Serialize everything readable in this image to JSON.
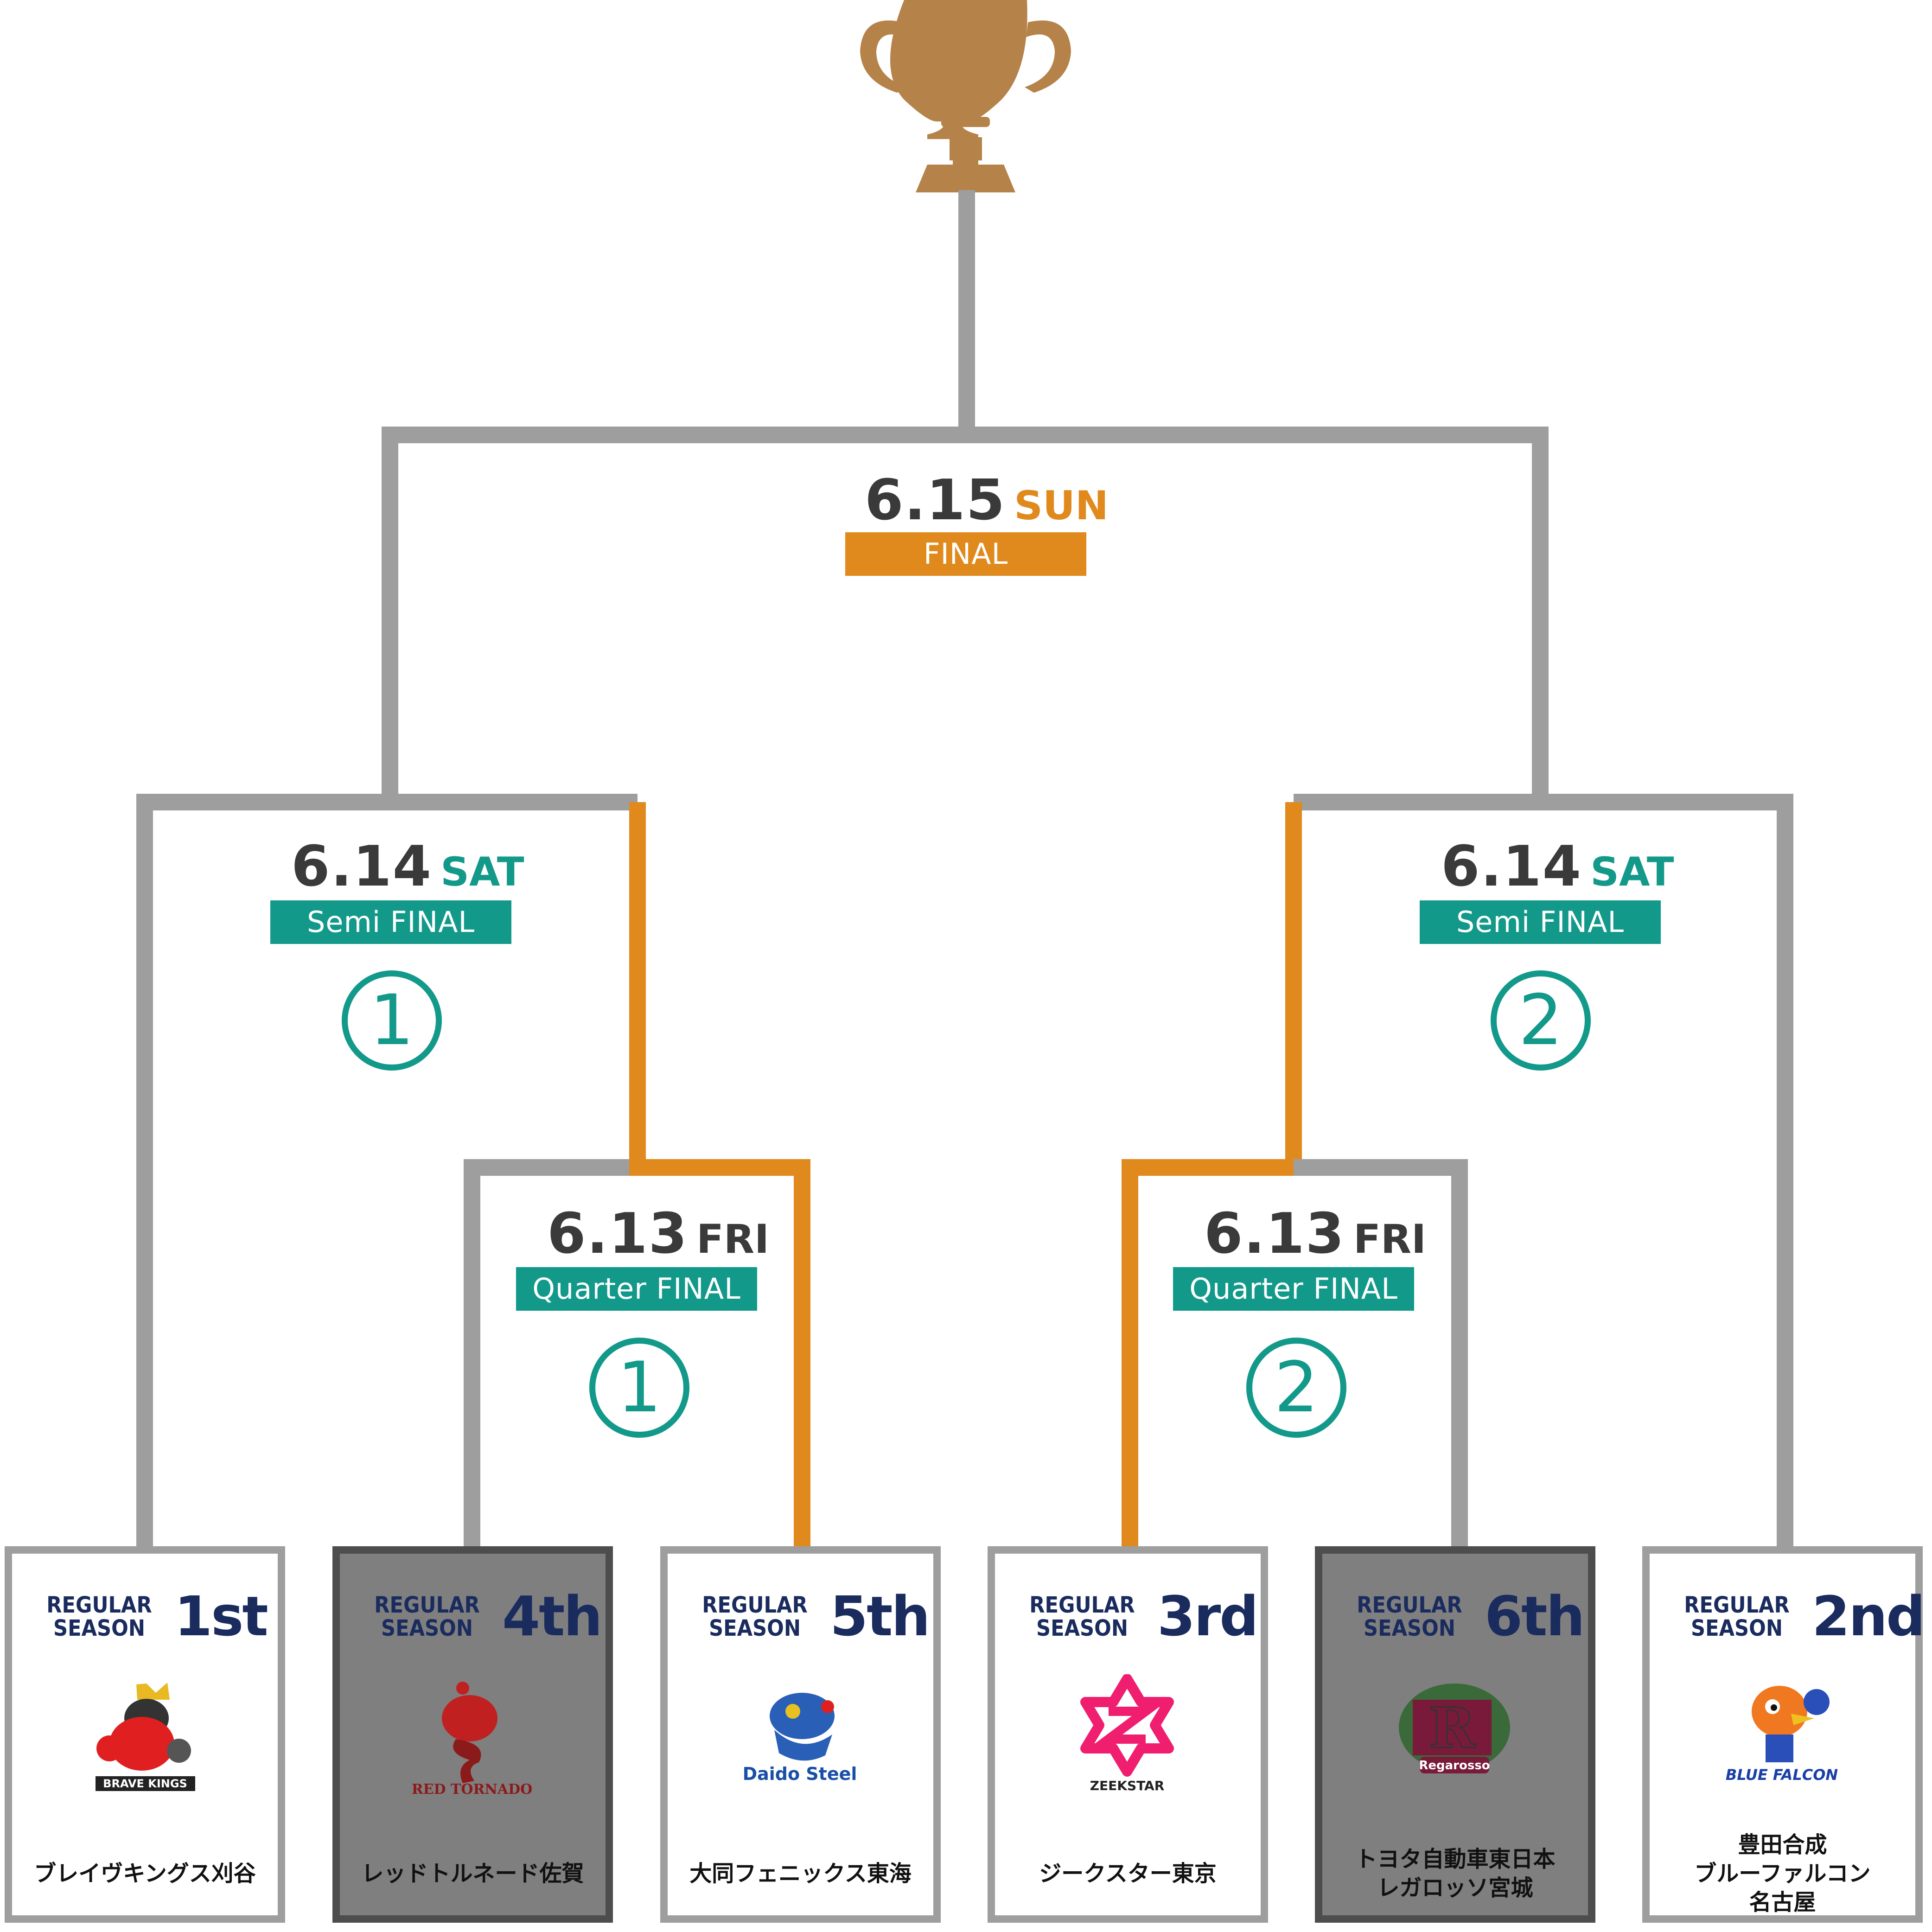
{
  "colors": {
    "line": "#9e9e9e",
    "winner_line": "#e08a1e",
    "teal": "#13998a",
    "orange": "#e08a1e",
    "navy": "#1a2b5e",
    "date_text": "#3a3a3a",
    "trophy": "#b5834a",
    "eliminated_bg": "#7f7f7f"
  },
  "trophy": {
    "icon": "trophy-icon"
  },
  "final": {
    "date": "6.15",
    "day": "SUN",
    "badge": "FINAL"
  },
  "semi_finals": [
    {
      "date": "6.14",
      "day": "SAT",
      "badge": "Semi FINAL",
      "number": "1"
    },
    {
      "date": "6.14",
      "day": "SAT",
      "badge": "Semi FINAL",
      "number": "2"
    }
  ],
  "quarter_finals": [
    {
      "date": "6.13",
      "day": "FRI",
      "badge": "Quarter FINAL",
      "number": "1"
    },
    {
      "date": "6.13",
      "day": "FRI",
      "badge": "Quarter FINAL",
      "number": "2"
    }
  ],
  "teams": [
    {
      "seed_label_1": "REGULAR",
      "seed_label_2": "SEASON",
      "rank": "1st",
      "name": "ブレイヴキングス刈谷",
      "logo_text": "BRAVE KINGS",
      "eliminated": false
    },
    {
      "seed_label_1": "REGULAR",
      "seed_label_2": "SEASON",
      "rank": "4th",
      "name": "レッドトルネード佐賀",
      "logo_text": "RED TORNADO",
      "eliminated": true
    },
    {
      "seed_label_1": "REGULAR",
      "seed_label_2": "SEASON",
      "rank": "5th",
      "name": "大同フェニックス東海",
      "logo_text": "Daido Steel",
      "eliminated": false
    },
    {
      "seed_label_1": "REGULAR",
      "seed_label_2": "SEASON",
      "rank": "3rd",
      "name": "ジークスター東京",
      "logo_text": "ZEEKSTAR",
      "eliminated": false
    },
    {
      "seed_label_1": "REGULAR",
      "seed_label_2": "SEASON",
      "rank": "6th",
      "name": "トヨタ自動車東日本\nレガロッソ宮城",
      "logo_text": "Regarosso",
      "eliminated": true
    },
    {
      "seed_label_1": "REGULAR",
      "seed_label_2": "SEASON",
      "rank": "2nd",
      "name": "豊田合成\nブルーファルコン\n名古屋",
      "logo_text": "BLUE FALCON",
      "eliminated": false
    }
  ]
}
